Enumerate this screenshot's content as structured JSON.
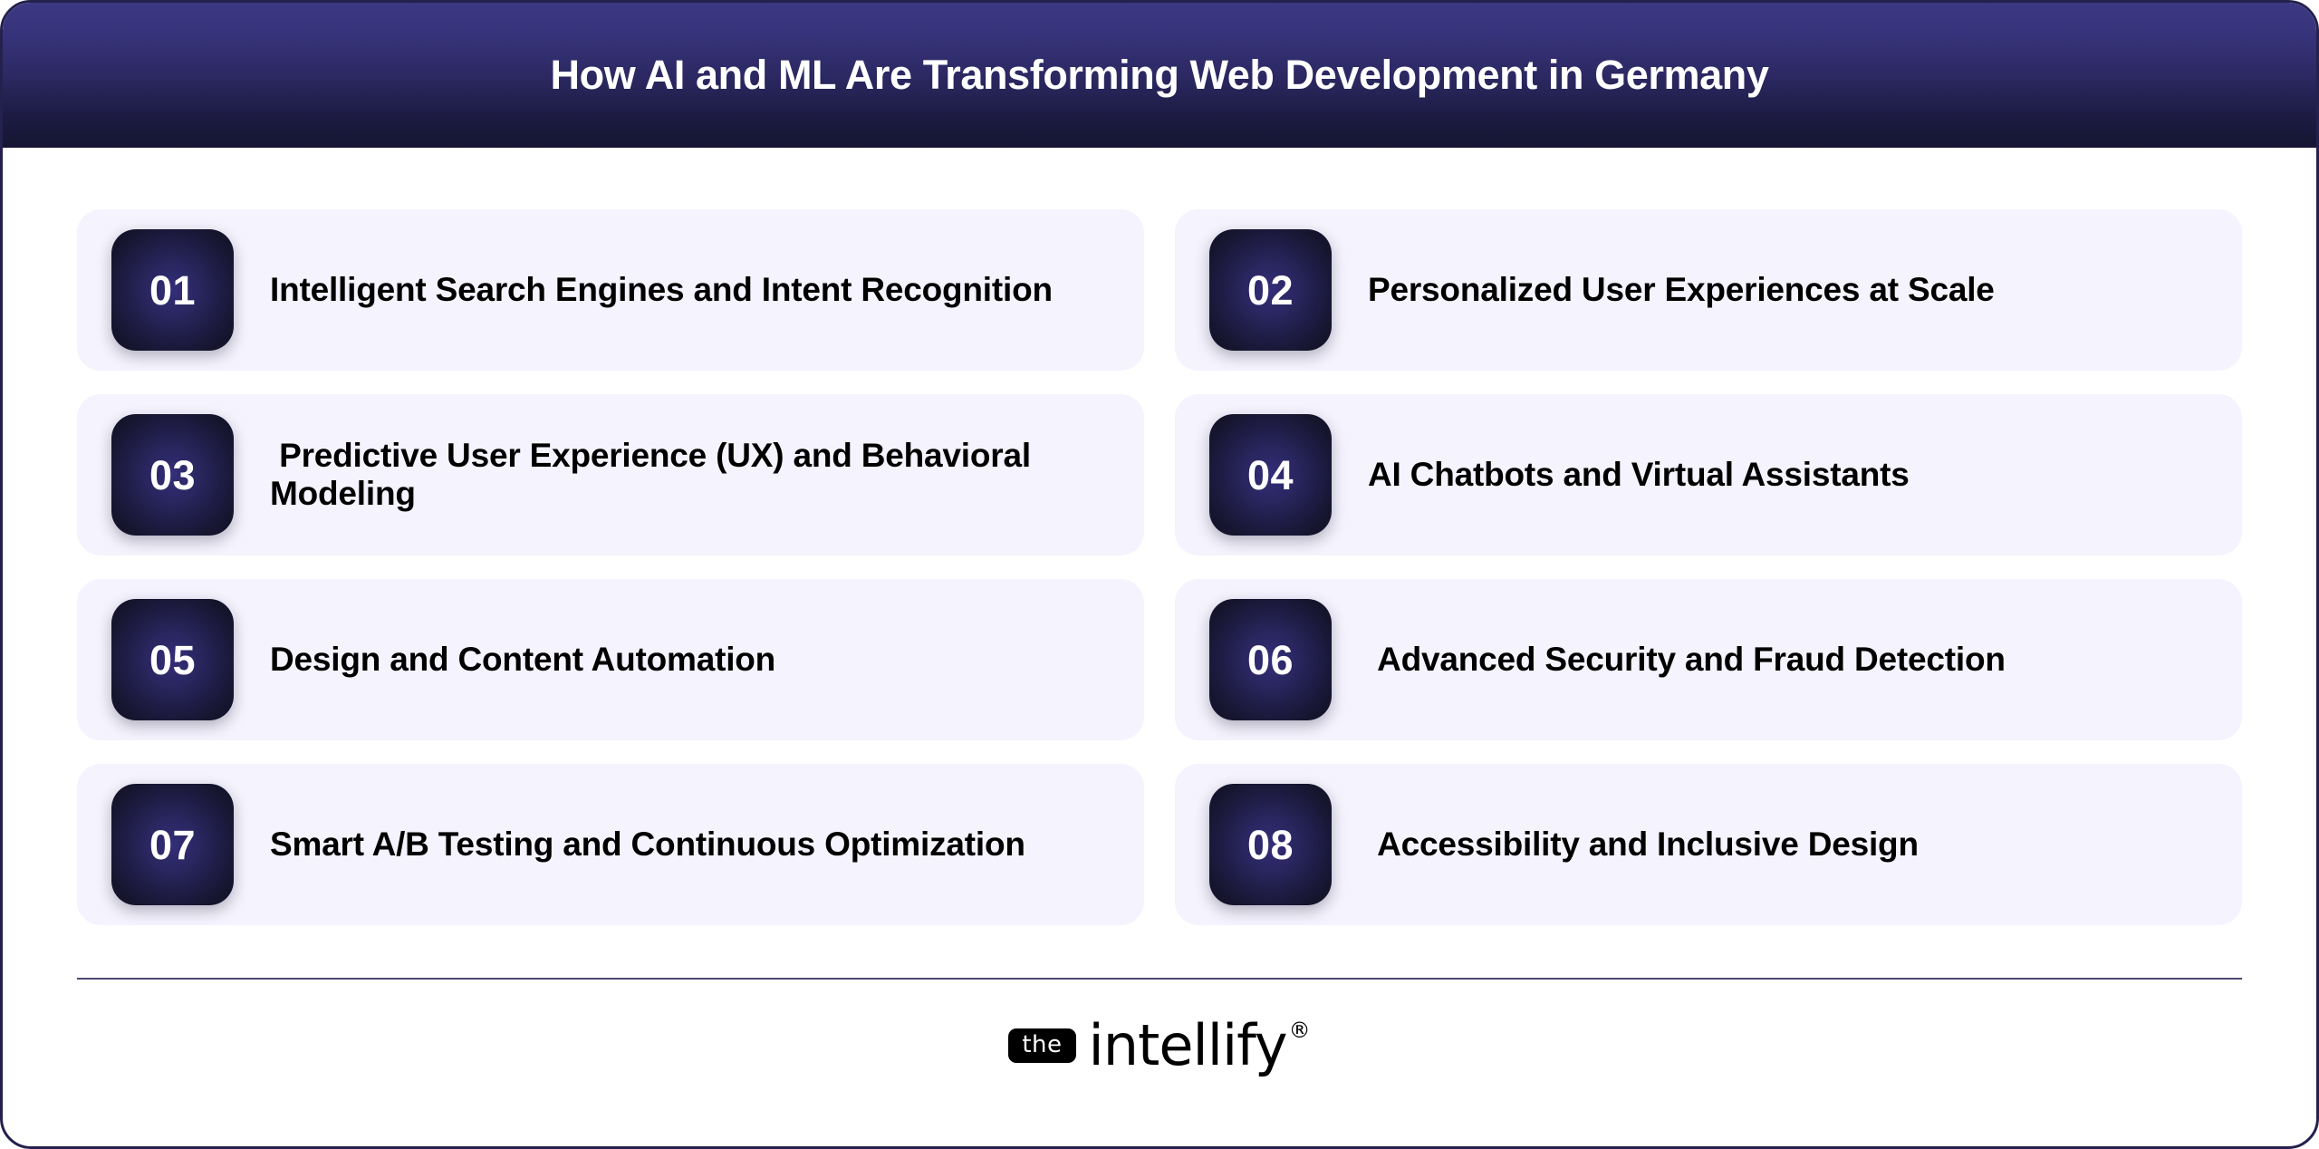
{
  "header": {
    "title": "How AI and ML Are Transforming Web Development in Germany"
  },
  "colors": {
    "header_gradient_top": "#3c3883",
    "header_gradient_bottom": "#151532",
    "card_background": "#f5f3fd",
    "badge_center": "#332e78",
    "badge_edge": "#121227",
    "frame_border": "#24214e",
    "divider": "#4b4878",
    "text": "#000000",
    "title_text": "#ffffff"
  },
  "cards": [
    {
      "number": "01",
      "label": "Intelligent Search Engines and Intent Recognition"
    },
    {
      "number": "02",
      "label": "Personalized User Experiences at Scale"
    },
    {
      "number": "03",
      "label": " Predictive User Experience (UX) and Behavioral Modeling"
    },
    {
      "number": "04",
      "label": "AI Chatbots and Virtual Assistants"
    },
    {
      "number": "05",
      "label": "Design and Content Automation"
    },
    {
      "number": "06",
      "label": " Advanced Security and Fraud Detection"
    },
    {
      "number": "07",
      "label": "Smart A/B Testing and Continuous Optimization"
    },
    {
      "number": "08",
      "label": " Accessibility and Inclusive Design"
    }
  ],
  "footer": {
    "logo_badge": "the",
    "logo_name": "intellify",
    "logo_registered": "®"
  }
}
